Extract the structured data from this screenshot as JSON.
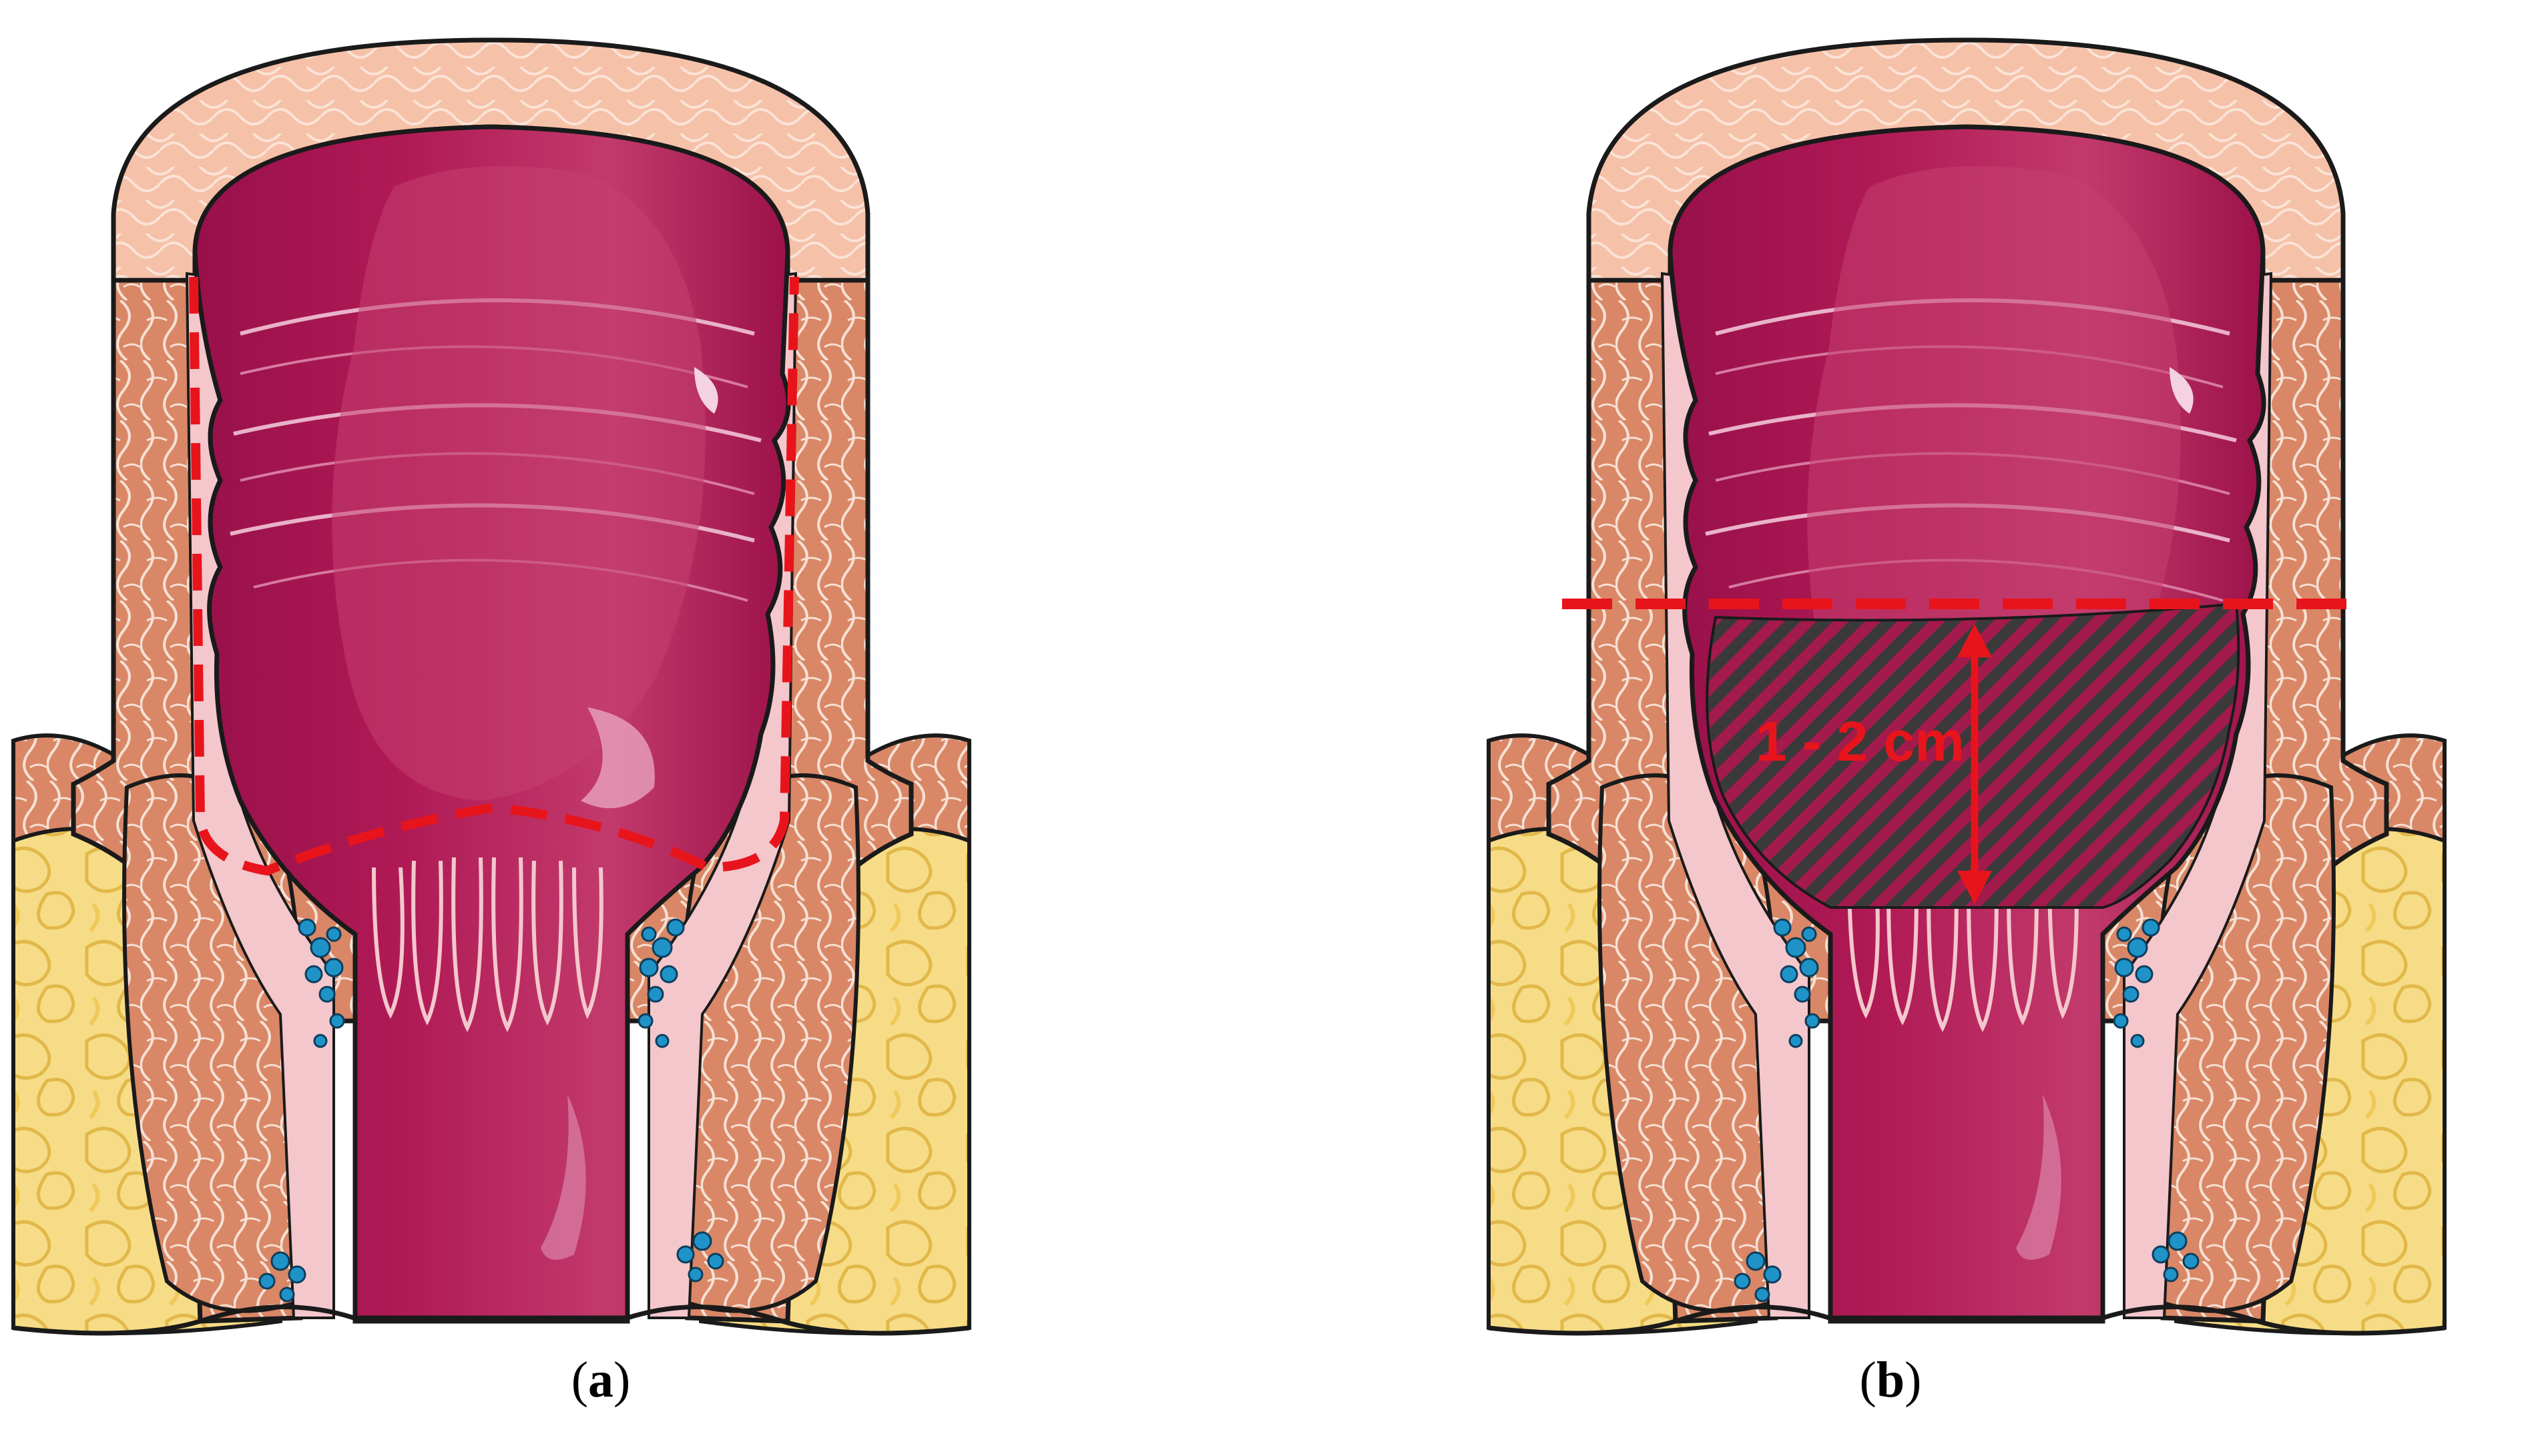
{
  "panels": [
    {
      "id": "a",
      "caption_open": "(",
      "caption_letter": "a",
      "caption_close": ")"
    },
    {
      "id": "b",
      "caption_open": "(",
      "caption_letter": "b",
      "caption_close": ")",
      "measure_label": "1 - 2 cm"
    }
  ],
  "colors": {
    "outline": "#1a1a1a",
    "mucosa": "#b01a55",
    "mucosa_light": "#c93a6e",
    "mucosa_dark": "#8e0f42",
    "muscle": "#d98766",
    "muscle_line": "#f6e0d4",
    "serosa": "#f5c1a8",
    "fat": "#f6dc86",
    "fat_shade": "#e9c155",
    "vessel": "#1f93c8",
    "lining": "#f3c7cc",
    "annotation": "#e8141c",
    "hatch": "#3a3a3a"
  }
}
